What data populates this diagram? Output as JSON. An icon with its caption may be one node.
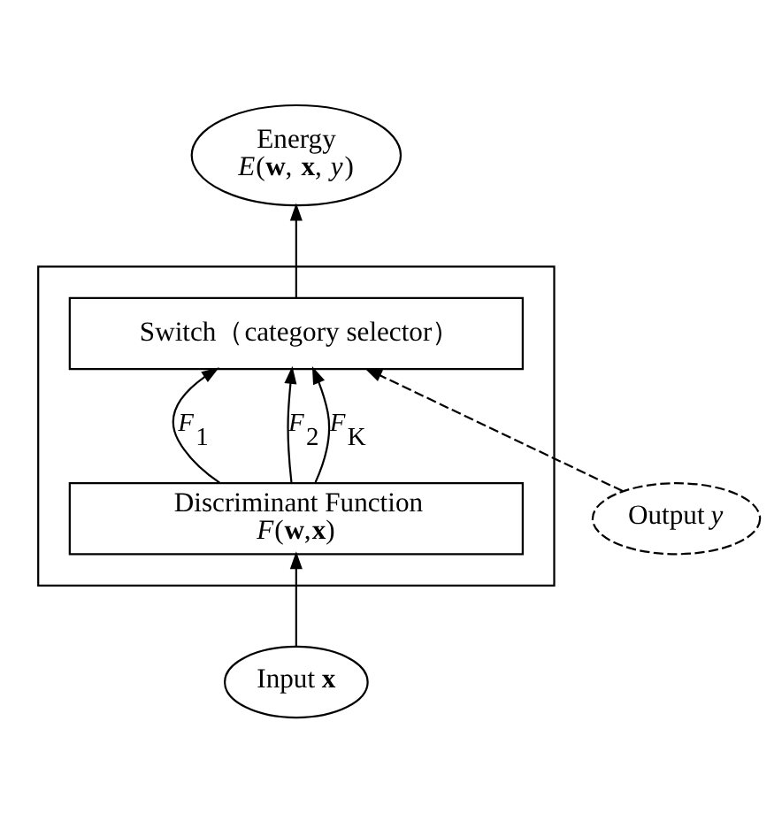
{
  "diagram": {
    "nodes": [
      {
        "text": [
          "Energy",
          "*E*(**w**, **x**, *y*)"
        ]
      },
      {
        "text": [],
        "shape": "box"
      },
      {
        "text": [
          "Switch（category selector）"
        ],
        "in": 1
      },
      {
        "text": [
          "Discriminant Function",
          "*F*(**w**,**x**)"
        ],
        "in": 1
      },
      {
        "text": [
          "Input **x**"
        ]
      },
      {
        "text": [
          "Output *y*"
        ]
      }
    ],
    "edges": [
      {
        "from": 4,
        "to": 3,
        "arrow": "to"
      },
      {
        "from": 3,
        "to": 2,
        "arrow": "to",
        "label": "*F*$_{1}$"
      },
      {
        "from": 3,
        "to": 2,
        "arrow": "to",
        "label": "*F*$_{2}$"
      },
      {
        "from": 3,
        "to": 2,
        "arrow": "to",
        "label": "*F*$_{K}$"
      },
      {
        "from": 5,
        "to": 2,
        "arrow": "to",
        "style": "dashed"
      },
      {
        "from": 2,
        "to": 0,
        "arrow": "to"
      }
    ]
  }
}
